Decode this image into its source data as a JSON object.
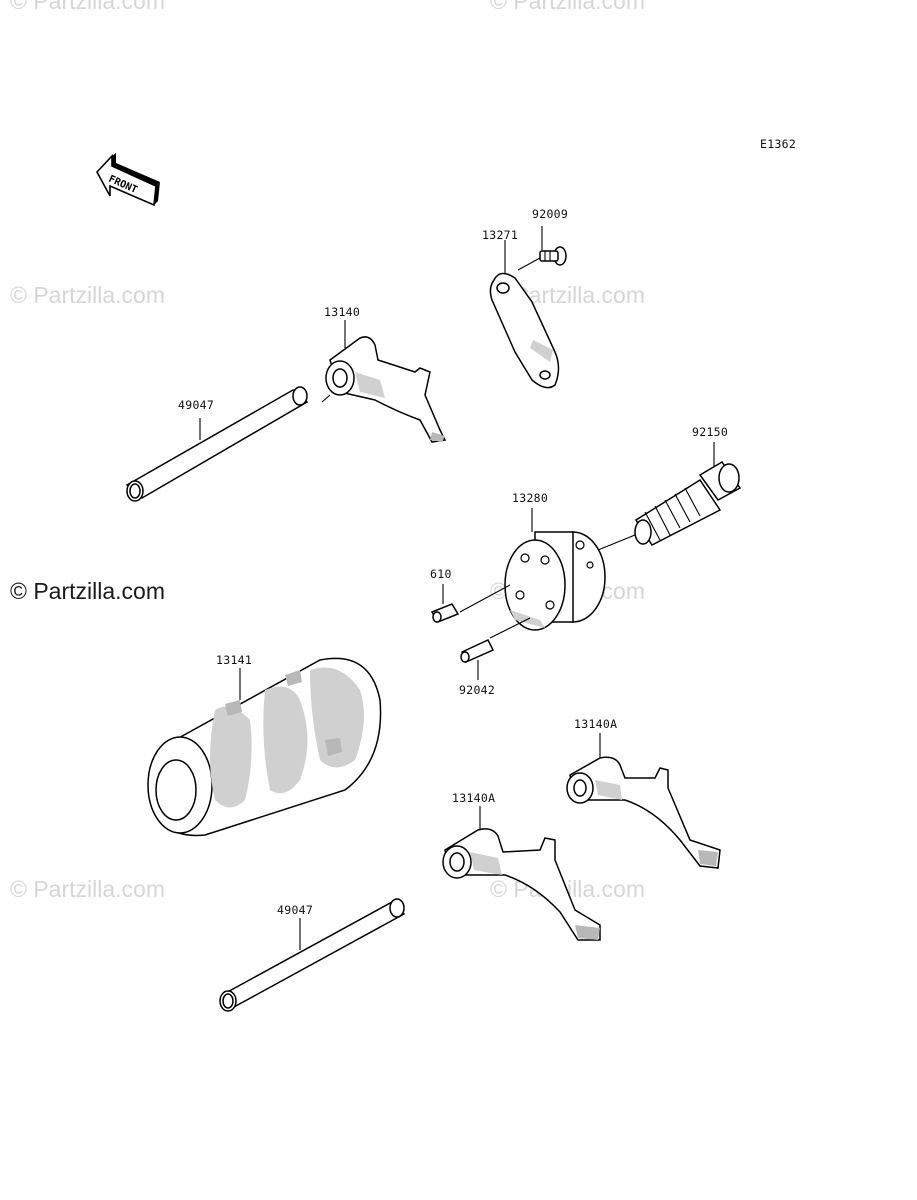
{
  "diagram_code": "E1362",
  "front_arrow_label": "FRONT",
  "watermarks": {
    "primary": "© Partzilla.com",
    "faint": "© Partzilla.com"
  },
  "parts": {
    "p92009": "92009",
    "p13271": "13271",
    "p13140": "13140",
    "p49047_top": "49047",
    "p92150": "92150",
    "p13280": "13280",
    "p610": "610",
    "p13141": "13141",
    "p92042": "92042",
    "p13140A_right": "13140A",
    "p13140A_left": "13140A",
    "p49047_bottom": "49047"
  }
}
